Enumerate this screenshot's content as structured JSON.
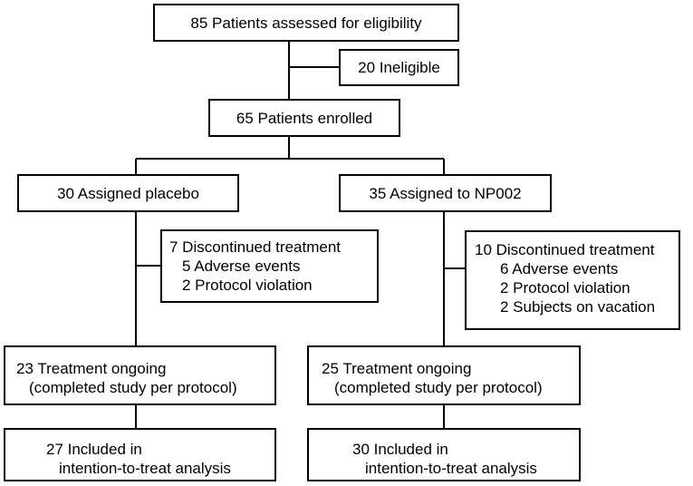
{
  "screening": {
    "assessed": "85 Patients assessed for eligibility",
    "ineligible": "20 Ineligible"
  },
  "enrollment": {
    "enrolled": "65 Patients enrolled"
  },
  "placebo_arm": {
    "assigned": "30 Assigned placebo",
    "discontinued": {
      "total": "7 Discontinued treatment",
      "reasons": [
        "5 Adverse events",
        "2 Protocol violation"
      ]
    },
    "ongoing": [
      "23 Treatment ongoing",
      "(completed study per protocol)"
    ],
    "itt": [
      "27 Included in",
      "intention-to-treat analysis"
    ]
  },
  "np002_arm": {
    "assigned": "35 Assigned to NP002",
    "discontinued": {
      "total": "10 Discontinued treatment",
      "reasons": [
        "6 Adverse events",
        "2 Protocol violation",
        "2 Subjects on vacation"
      ]
    },
    "ongoing": [
      "25 Treatment ongoing",
      "(completed study per protocol)"
    ],
    "itt": [
      "30 Included in",
      "intention-to-treat analysis"
    ]
  },
  "colors": {
    "stroke": "#000000",
    "background": "#ffffff"
  }
}
